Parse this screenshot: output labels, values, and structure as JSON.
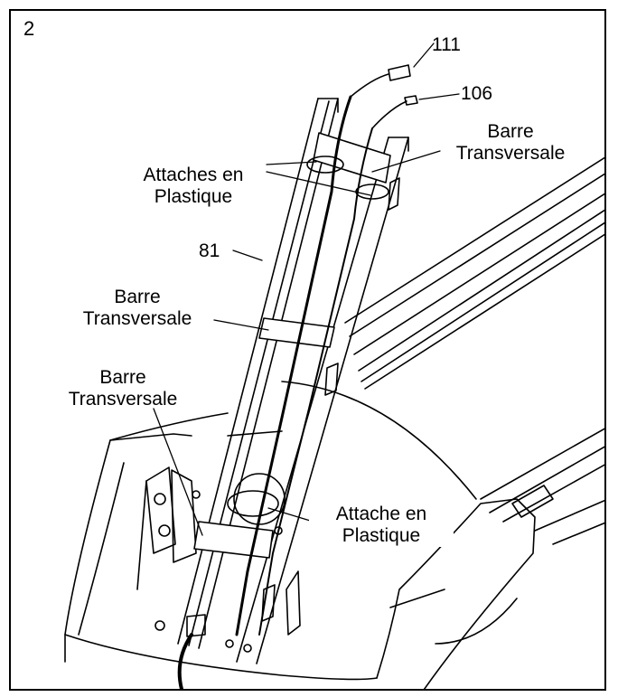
{
  "step_number": "2",
  "callouts": {
    "part_111": "111",
    "part_106": "106",
    "part_81": "81",
    "barre_top_line1": "Barre",
    "barre_top_line2": "Transversale",
    "attaches_line1": "Attaches en",
    "attaches_line2": "Plastique",
    "barre_mid_line1": "Barre",
    "barre_mid_line2": "Transversale",
    "barre_low_line1": "Barre",
    "barre_low_line2": "Transversale",
    "attache_line1": "Attache en",
    "attache_line2": "Plastique"
  }
}
